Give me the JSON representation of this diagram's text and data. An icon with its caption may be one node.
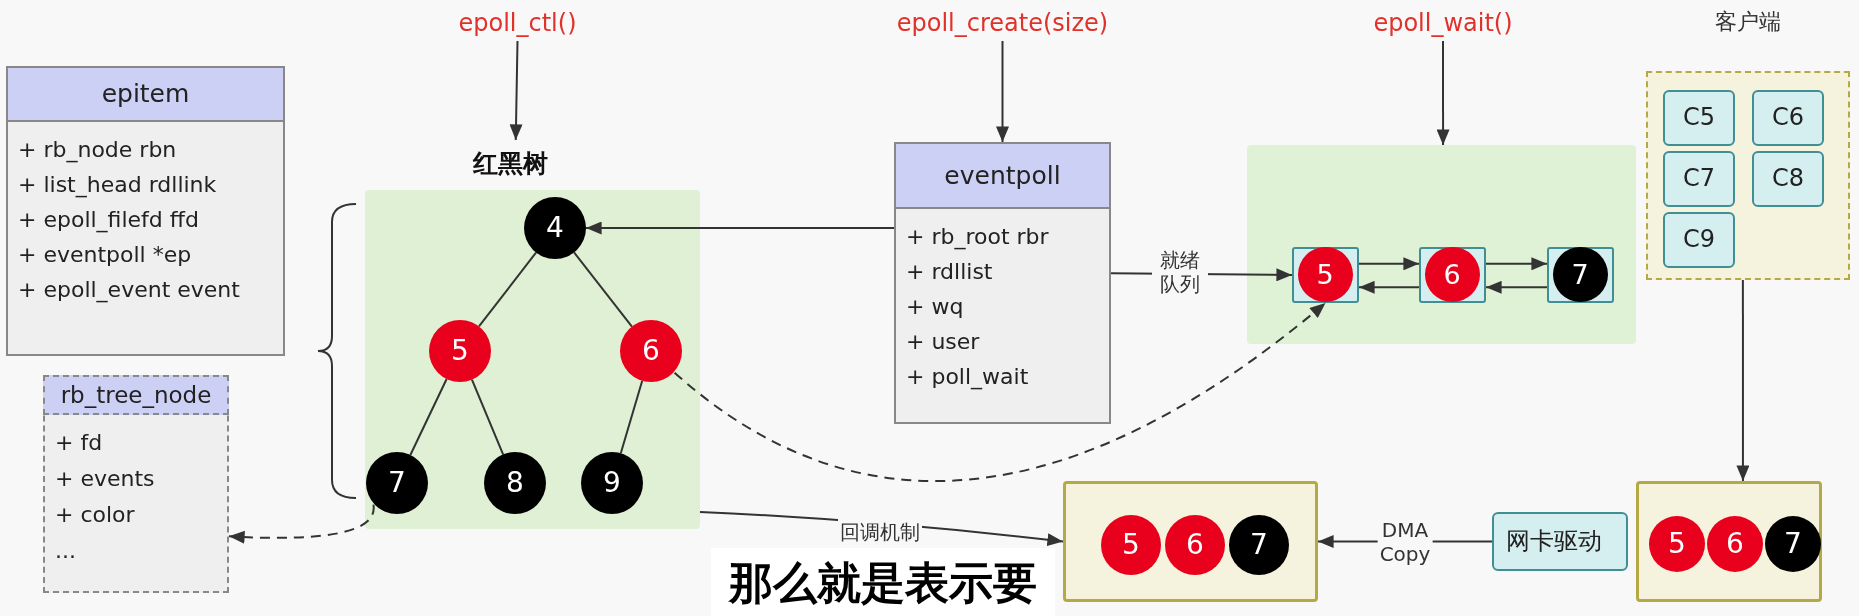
{
  "diagram": {
    "nodes": [
      {
        "text": [
          "epoll_ctl()"
        ]
      },
      {
        "text": [
          "epoll_create(size)"
        ]
      },
      {
        "text": [
          "epoll_wait()"
        ]
      },
      {
        "text": [
          "客户端"
        ]
      },
      {
        "text": [
          "C5"
        ],
        "in": 3
      },
      {
        "text": [
          "C6"
        ],
        "in": 3
      },
      {
        "text": [
          "C7"
        ],
        "in": 3
      },
      {
        "text": [
          "C8"
        ],
        "in": 3
      },
      {
        "text": [
          "C9"
        ],
        "in": 3
      },
      {
        "text": [
          "epitem",
          "+ rb_node rbn",
          "+ list_head rdllink",
          "+ epoll_filefd ffd",
          "+ eventpoll *ep",
          "+ epoll_event event"
        ]
      },
      {
        "text": [
          "红黑树"
        ]
      },
      {
        "text": [
          "4"
        ],
        "in": 10
      },
      {
        "text": [
          "5"
        ],
        "in": 10
      },
      {
        "text": [
          "6"
        ],
        "in": 10
      },
      {
        "text": [
          "7"
        ],
        "in": 10
      },
      {
        "text": [
          "8"
        ],
        "in": 10
      },
      {
        "text": [
          "9"
        ],
        "in": 10
      },
      {
        "text": [
          "eventpoll",
          "+ rb_root rbr",
          "+ rdllist",
          "+ wq",
          "+ user",
          "+ poll_wait"
        ]
      },
      {
        "text": [],
        "shape": "box"
      },
      {
        "text": [
          "5"
        ],
        "in": 18
      },
      {
        "text": [
          "6"
        ],
        "in": 18
      },
      {
        "text": [
          "7"
        ],
        "in": 18
      },
      {
        "text": [
          "rb_tree_node",
          "+ fd",
          "+ events",
          "+ color",
          "..."
        ]
      },
      {
        "text": [],
        "shape": "box"
      },
      {
        "text": [
          "5"
        ],
        "in": 23
      },
      {
        "text": [
          "6"
        ],
        "in": 23
      },
      {
        "text": [
          "7"
        ],
        "in": 23
      },
      {
        "text": [],
        "shape": "box"
      },
      {
        "text": [
          "网卡驱动"
        ]
      },
      {
        "text": [
          "5"
        ],
        "in": 27
      },
      {
        "text": [
          "6"
        ],
        "in": 27
      },
      {
        "text": [
          "7"
        ],
        "in": 27
      }
    ],
    "edges": [
      {
        "from": 0,
        "to": 10,
        "arrow": "to"
      },
      {
        "from": 1,
        "to": 17,
        "arrow": "to"
      },
      {
        "from": 2,
        "to": 18,
        "arrow": "to"
      },
      {
        "from": 17,
        "to": 11,
        "arrow": "to"
      },
      {
        "from": 17,
        "to": 19,
        "arrow": "to",
        "label": "就绪队列"
      },
      {
        "from": 19,
        "to": 20,
        "arrow": "to"
      },
      {
        "from": 20,
        "to": 19,
        "arrow": "to"
      },
      {
        "from": 20,
        "to": 21,
        "arrow": "to"
      },
      {
        "from": 21,
        "to": 20,
        "arrow": "to"
      },
      {
        "from": 11,
        "to": 12,
        "arrow": "none"
      },
      {
        "from": 11,
        "to": 13,
        "arrow": "none"
      },
      {
        "from": 12,
        "to": 14,
        "arrow": "none"
      },
      {
        "from": 12,
        "to": 15,
        "arrow": "none"
      },
      {
        "from": 13,
        "to": 16,
        "arrow": "none"
      },
      {
        "from": 14,
        "to": 22,
        "arrow": "to",
        "style": "dashed"
      },
      {
        "from": 13,
        "to": 19,
        "arrow": "to",
        "style": "dashed"
      },
      {
        "from": 10,
        "to": 23,
        "arrow": "to",
        "label": "回调机制"
      },
      {
        "from": 3,
        "to": 27,
        "arrow": "to"
      },
      {
        "from": 28,
        "to": 23,
        "arrow": "to",
        "label": "DMA Copy"
      }
    ],
    "labels": [
      "那么就是表示要"
    ]
  }
}
